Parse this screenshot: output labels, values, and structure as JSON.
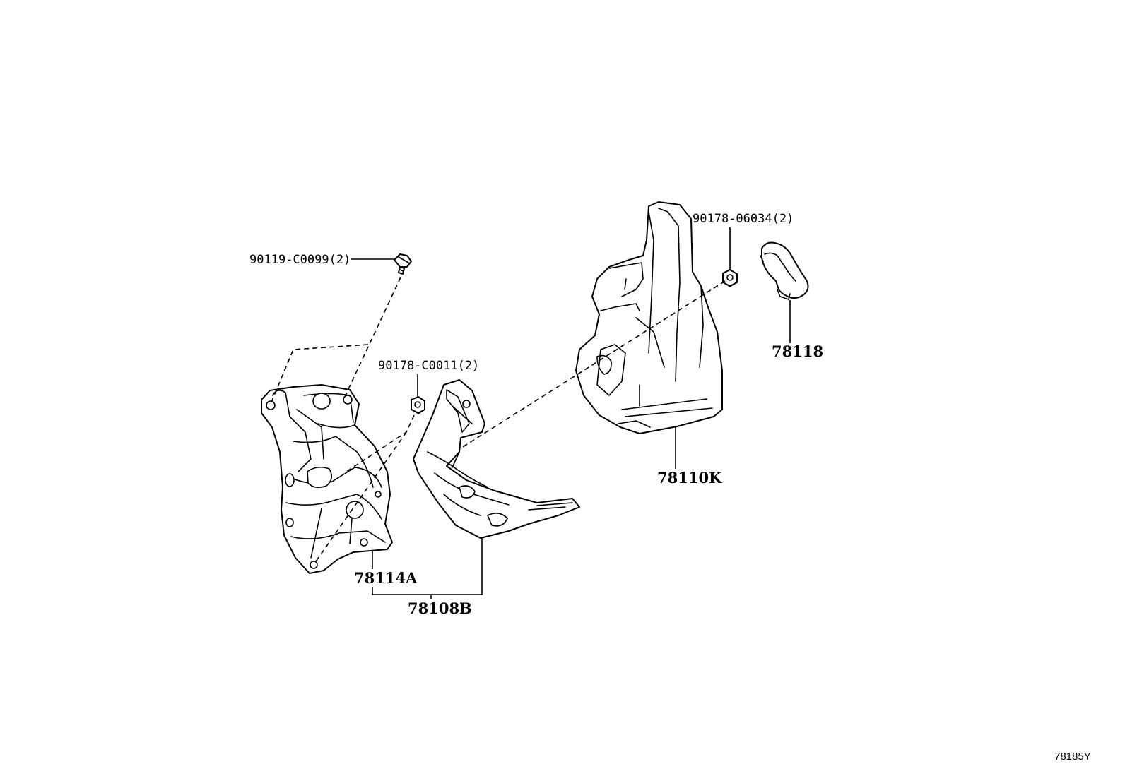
{
  "callouts": {
    "bolt_90119": "90119-C0099(2)",
    "nut_90178_c0011": "90178-C0011(2)",
    "nut_90178_06034": "90178-06034(2)",
    "clip_78118": "78118",
    "cover_78110k": "78110K",
    "bracket_78114a": "78114A",
    "assy_78108b": "78108B"
  },
  "diagram_ref": "78185Y"
}
